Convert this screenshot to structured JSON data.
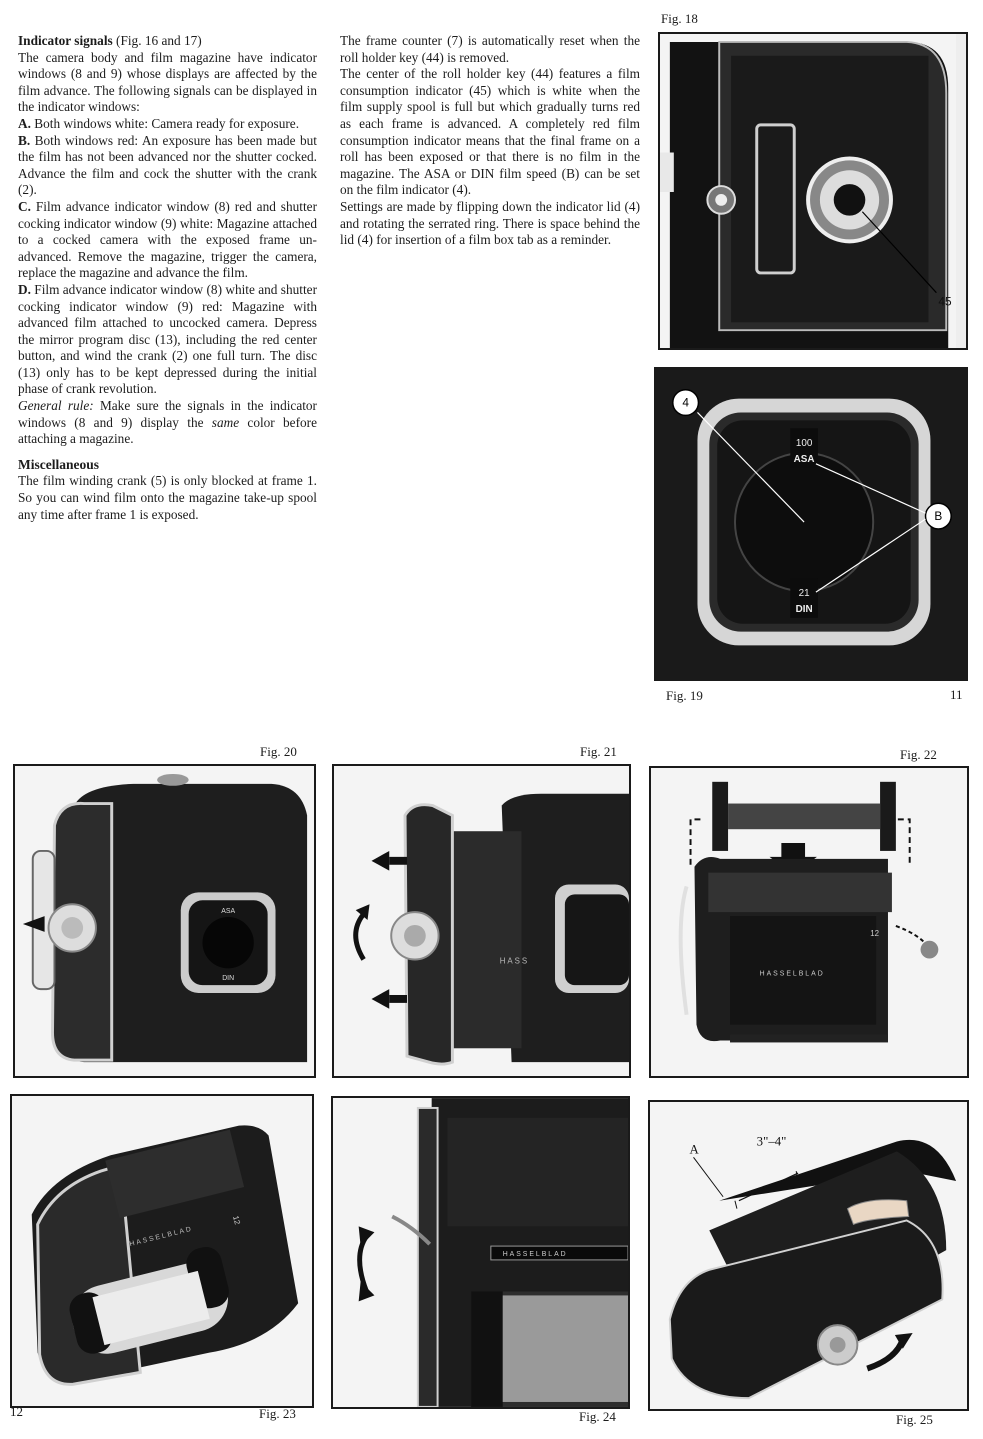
{
  "page_right": {
    "number": "11",
    "col1": {
      "heading": "Indicator signals",
      "heading_ref": " (Fig. 16 and 17)",
      "intro": "The camera body and film magazine have indicator windows (8 and 9) whose displays are affected by the film advance. The following signals can be displayed in the indicator windows:",
      "items": [
        {
          "key": "A.",
          "text": " Both windows white: Camera ready for exposure."
        },
        {
          "key": "B.",
          "text": " Both windows red: An exposure has been made but the film has not been advanced nor the shutter cocked. Advance the film and cock the shutter with the crank (2)."
        },
        {
          "key": "C.",
          "text": " Film advance indicator window (8) red and shutter cocking indicator window (9) white: Magazine attached to a cocked camera with the exposed frame un-advanced. Remove the magazine, trigger the camera, replace the magazine and advance the film."
        },
        {
          "key": "D.",
          "text": " Film advance indicator window (8) white and shutter cocking indicator window (9) red: Magazine with advanced film attached to uncocked camera. Depress the mirror program disc (13), including the red center button, and wind the crank (2) one full turn. The disc (13) only has to be kept depressed during the initial phase of crank revolution."
        }
      ],
      "rule_label": "General rule:",
      "rule_a": " Make sure the signals in the indicator windows (8 and 9) display the ",
      "rule_em": "same",
      "rule_b": " color before attaching a magazine.",
      "misc_heading": "Miscellaneous",
      "misc_text": "The film winding crank (5) is only blocked at frame 1. So you can wind film onto the magazine take-up spool any time after frame 1 is exposed."
    },
    "col2": {
      "p1": "The frame counter (7) is automatically reset when the roll holder key (44) is removed.",
      "p2": "The center of the roll holder key (44) features a film consumption indicator (45) which is white when the film supply spool is full but which gradually turns red as each frame is advanced. A completely red film consumption indicator means that the final frame on a roll has been exposed or that there is no film in the magazine. The ASA or DIN film speed (B) can be set on the film indicator (4).",
      "p3": "Settings are made by flipping down the indicator lid (4) and rotating the serrated ring. There is space behind the lid (4) for insertion of a film box tab as a reminder."
    },
    "fig18": {
      "caption": "Fig. 18",
      "callout": "45"
    },
    "fig19": {
      "caption": "Fig. 19",
      "callout_lid": "4",
      "callout_speed": "B",
      "asa_value": "100",
      "asa_label": "ASA",
      "din_value": "21",
      "din_label": "DIN"
    }
  },
  "page_left": {
    "number": "12",
    "figures": [
      {
        "caption": "Fig. 20",
        "asa": "ASA",
        "din": "DIN"
      },
      {
        "caption": "Fig. 21",
        "brand": "HASS"
      },
      {
        "caption": "Fig. 22",
        "brand": "HASSELBLAD",
        "model": "12"
      },
      {
        "caption": "Fig. 23",
        "brand": "HASSELBLAD",
        "model": "12"
      },
      {
        "caption": "Fig. 24",
        "brand": "HASSELBLAD"
      },
      {
        "caption": "Fig. 25",
        "label_a": "A",
        "dimension": "3\"–4\""
      }
    ]
  }
}
